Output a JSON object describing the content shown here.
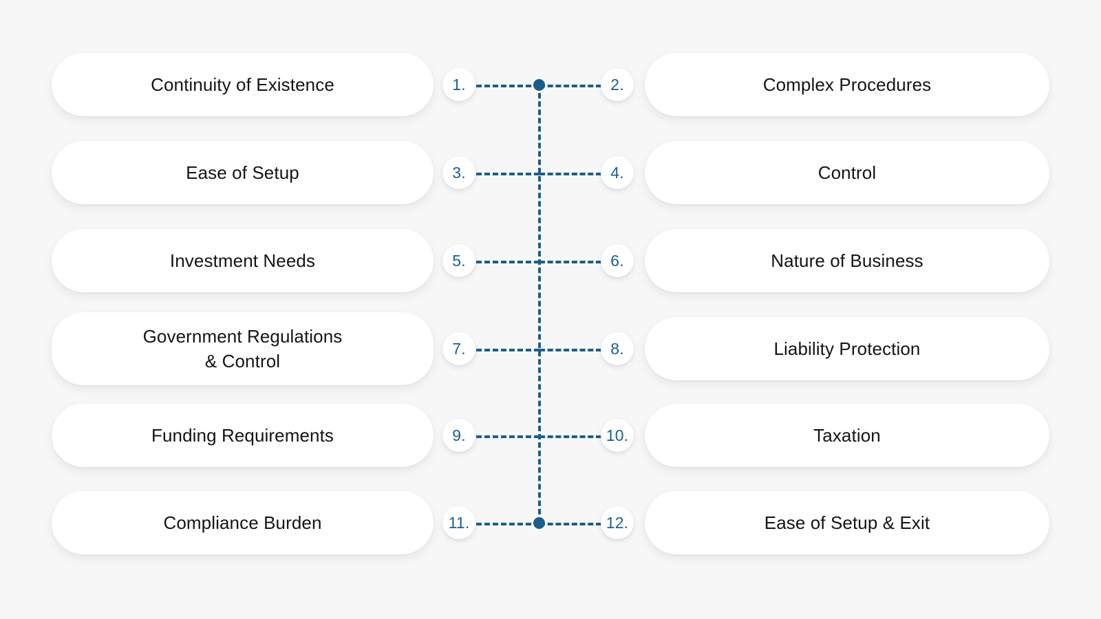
{
  "diagram": {
    "type": "two-column-comparison",
    "accent_color": "#1b5e8c",
    "background_color": "#f7f7f8",
    "card_color": "#ffffff",
    "text_color": "#141414",
    "rows": [
      {
        "left_label": "Continuity of Existence",
        "left_number": "1.",
        "right_number": "2.",
        "right_label": "Complex Procedures",
        "junction": "dot"
      },
      {
        "left_label": "Ease of Setup",
        "left_number": "3.",
        "right_number": "4.",
        "right_label": "Control",
        "junction": "cross"
      },
      {
        "left_label": "Investment Needs",
        "left_number": "5.",
        "right_number": "6.",
        "right_label": "Nature of Business",
        "junction": "cross"
      },
      {
        "left_label": "Government Regulations\n& Control",
        "left_number": "7.",
        "right_number": "8.",
        "right_label": "Liability Protection",
        "junction": "cross"
      },
      {
        "left_label": "Funding Requirements",
        "left_number": "9.",
        "right_number": "10.",
        "right_label": "Taxation",
        "junction": "cross"
      },
      {
        "left_label": "Compliance Burden",
        "left_number": "11.",
        "right_number": "12.",
        "right_label": "Ease of Setup & Exit",
        "junction": "dot"
      }
    ]
  }
}
